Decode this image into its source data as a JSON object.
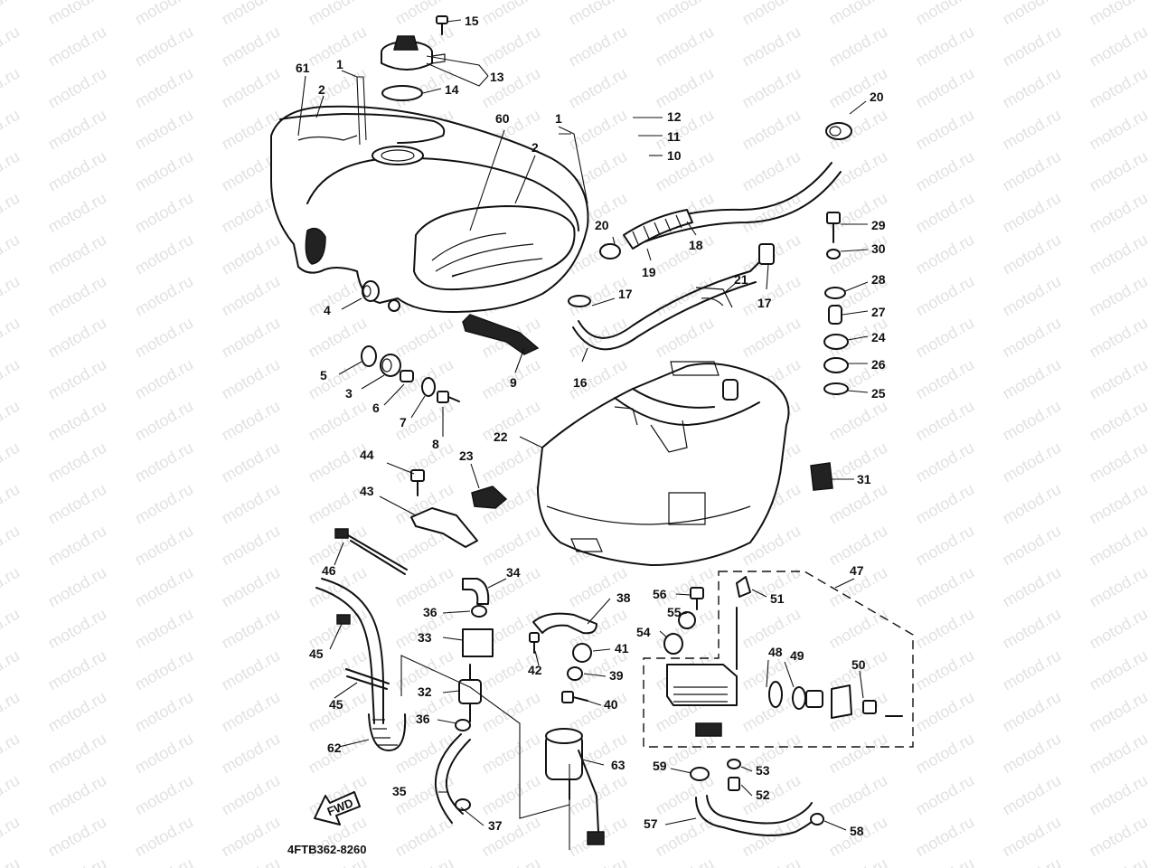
{
  "diagram": {
    "watermark_text": "motod.ru",
    "drawing_code": "4FTB362-8260",
    "direction_label": "FWD",
    "part_numbers": [
      "1",
      "2",
      "3",
      "4",
      "5",
      "6",
      "7",
      "8",
      "9",
      "10",
      "11",
      "12",
      "13",
      "14",
      "15",
      "16",
      "17",
      "18",
      "19",
      "20",
      "21",
      "22",
      "23",
      "24",
      "25",
      "26",
      "27",
      "28",
      "29",
      "30",
      "31",
      "32",
      "33",
      "34",
      "35",
      "36",
      "37",
      "38",
      "39",
      "40",
      "41",
      "42",
      "43",
      "44",
      "45",
      "46",
      "47",
      "48",
      "49",
      "50",
      "51",
      "52",
      "53",
      "54",
      "55",
      "56",
      "57",
      "58",
      "59",
      "60",
      "61",
      "62",
      "63"
    ]
  }
}
